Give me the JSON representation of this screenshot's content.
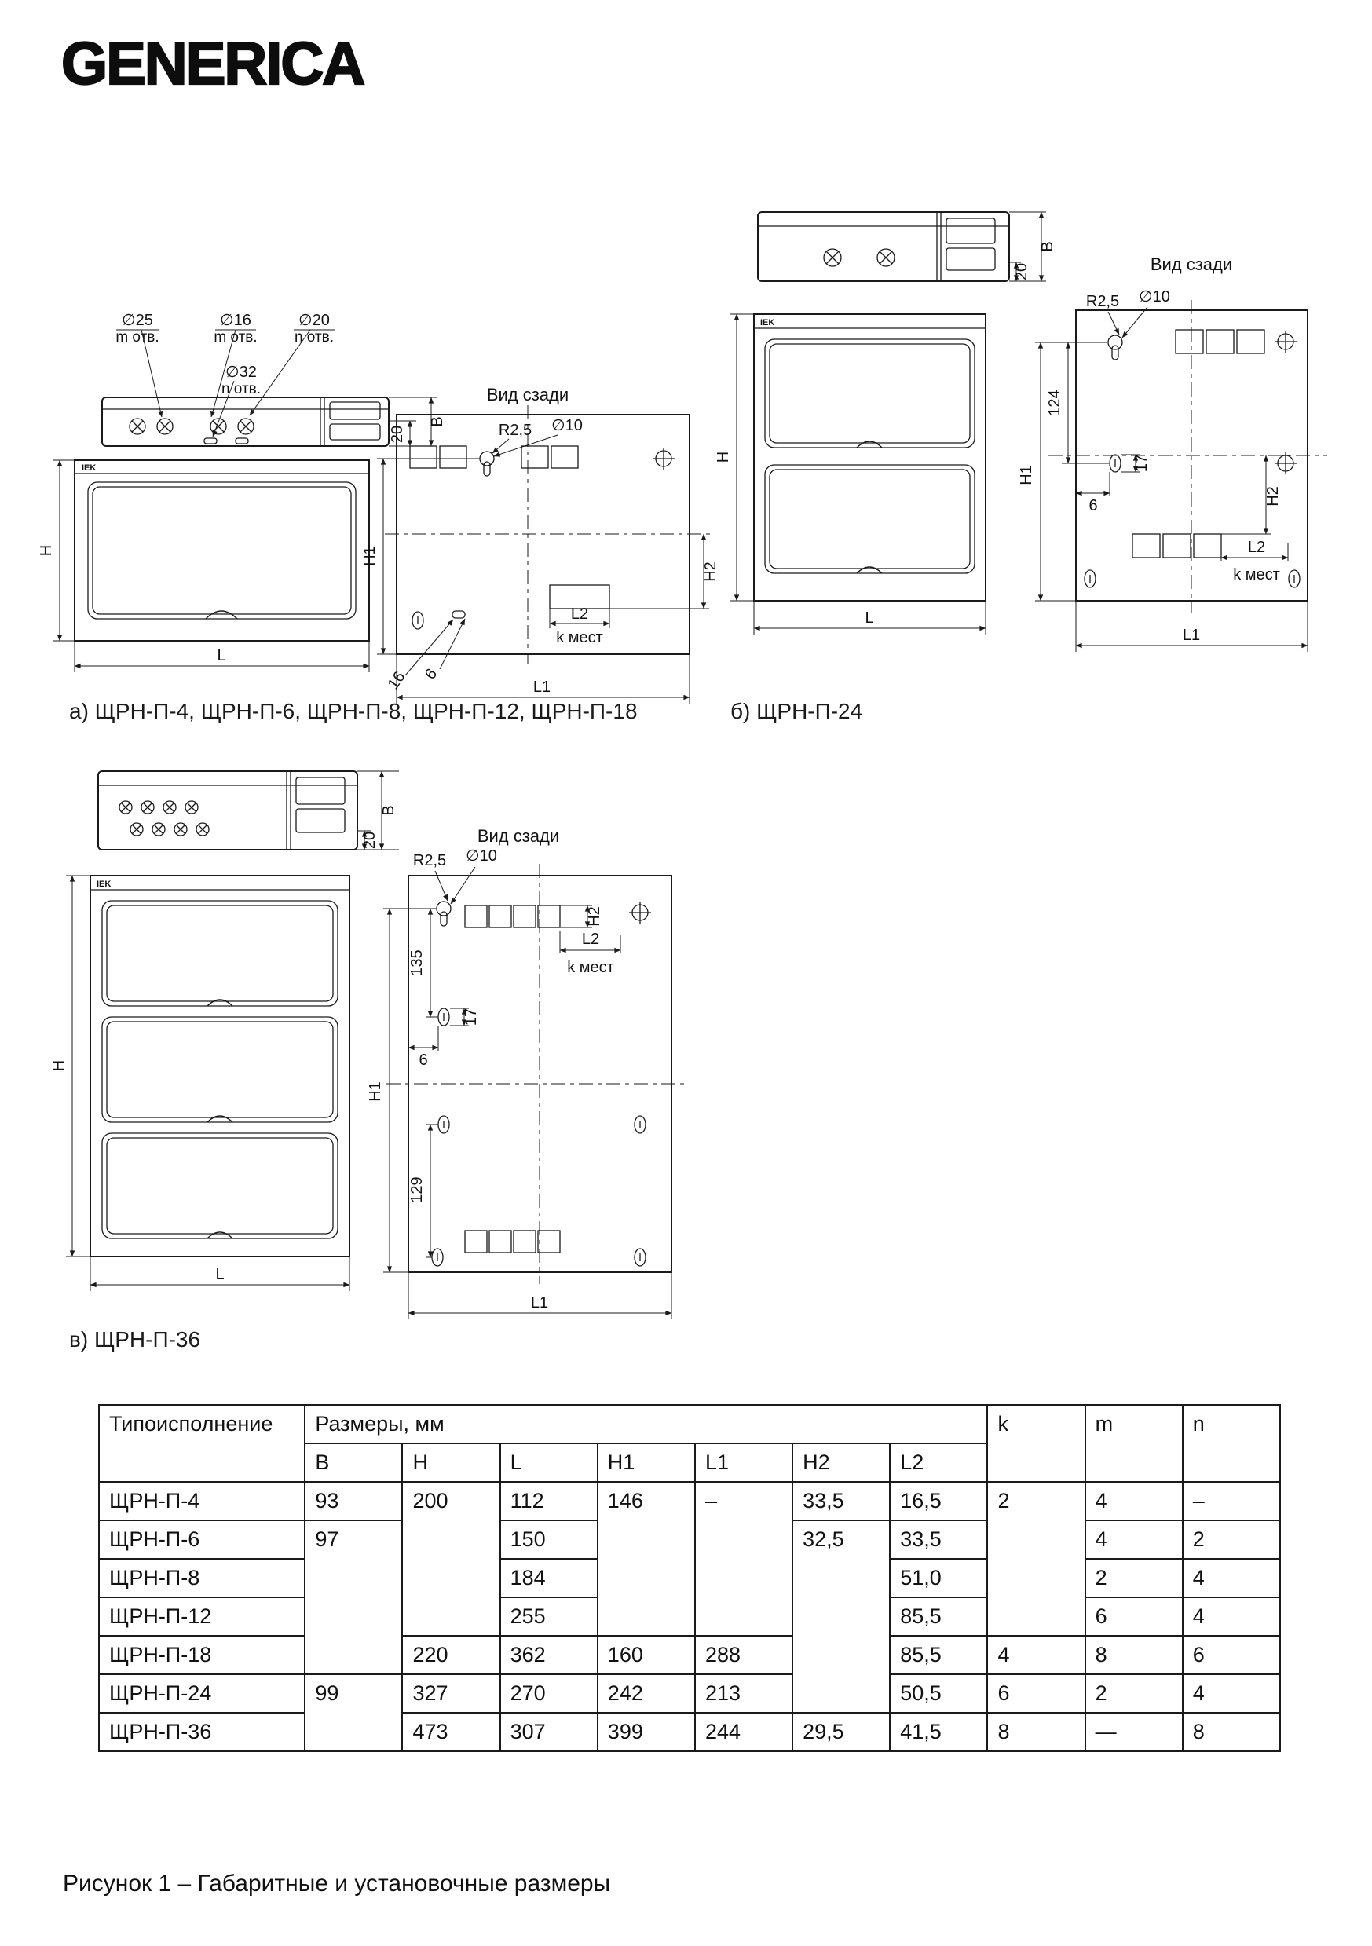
{
  "page": {
    "logo": "GENERICA",
    "figure_caption": "Рисунок 1 – Габаритные и установочные размеры"
  },
  "fig_a": {
    "caption": "а) ЩРН-П-4, ЩРН-П-6, ЩРН-П-8, ЩРН-П-12, ЩРН-П-18",
    "top": {
      "d25": "∅25",
      "d25_sub": "m отв.",
      "d16": "∅16",
      "d16_sub": "m отв.",
      "d20": "∅20",
      "d20_sub": "n отв.",
      "d32": "∅32",
      "d32_sub": "n отв.",
      "dim_20": "20",
      "dim_B": "B"
    },
    "front": {
      "brand": "IEK",
      "dim_H": "H",
      "dim_L": "L"
    },
    "rear": {
      "title": "Вид сзади",
      "r25": "R2,5",
      "d10": "∅10",
      "dim_H1": "H1",
      "dim_H2": "H2",
      "dim_L2": "L2",
      "k_places": "k мест",
      "dim_L1": "L1",
      "dim_16": "16",
      "dim_6": "6"
    }
  },
  "fig_b": {
    "caption": "б) ЩРН-П-24",
    "top": {
      "dim_20": "20",
      "dim_B": "B"
    },
    "front": {
      "brand": "IEK",
      "dim_H": "H",
      "dim_L": "L"
    },
    "rear": {
      "title": "Вид сзади",
      "r25": "R2,5",
      "d10": "∅10",
      "dim_124": "124",
      "dim_17": "17",
      "dim_6": "6",
      "dim_H1": "H1",
      "dim_H2": "H2",
      "dim_L2": "L2",
      "k_places": "k мест",
      "dim_L1": "L1"
    }
  },
  "fig_v": {
    "caption": "в) ЩРН-П-36",
    "top": {
      "dim_20": "20",
      "dim_B": "B"
    },
    "front": {
      "brand": "IEK",
      "dim_H": "H",
      "dim_L": "L"
    },
    "rear": {
      "title": "Вид сзади",
      "r25": "R2,5",
      "d10": "∅10",
      "dim_135": "135",
      "dim_129": "129",
      "dim_17": "17",
      "dim_6": "6",
      "dim_H1": "H1",
      "dim_H2": "H2",
      "dim_L2": "L2",
      "k_places": "k мест",
      "dim_L1": "L1"
    }
  },
  "table": {
    "header": {
      "type": "Типоисполнение",
      "sizes": "Размеры, мм",
      "size_cols": {
        "B": "B",
        "H": "H",
        "L": "L",
        "H1": "H1",
        "L1": "L1",
        "H2": "H2",
        "L2": "L2"
      },
      "k": "k",
      "m": "m",
      "n": "n"
    },
    "rows": [
      {
        "name": "ЩРН-П-4",
        "B": "93",
        "H": "200",
        "L": "112",
        "H1": "146",
        "L1": "–",
        "H2": "33,5",
        "L2": "16,5",
        "k": "2",
        "m": "4",
        "n": "–"
      },
      {
        "name": "ЩРН-П-6",
        "B": "97",
        "L": "150",
        "H2": "32,5",
        "L2": "33,5",
        "m": "4",
        "n": "2"
      },
      {
        "name": "ЩРН-П-8",
        "L": "184",
        "L2": "51,0",
        "m": "2",
        "n": "4"
      },
      {
        "name": "ЩРН-П-12",
        "L": "255",
        "L2": "85,5",
        "m": "6",
        "n": "4"
      },
      {
        "name": "ЩРН-П-18",
        "H": "220",
        "L": "362",
        "H1": "160",
        "L1": "288",
        "L2": "85,5",
        "k": "4",
        "m": "8",
        "n": "6"
      },
      {
        "name": "ЩРН-П-24",
        "B": "99",
        "H": "327",
        "L": "270",
        "H1": "242",
        "L1": "213",
        "L2": "50,5",
        "k": "6",
        "m": "2",
        "n": "4"
      },
      {
        "name": "ЩРН-П-36",
        "H": "473",
        "L": "307",
        "H1": "399",
        "L1": "244",
        "H2": "29,5",
        "L2": "41,5",
        "k": "8",
        "m": "—",
        "n": "8"
      }
    ]
  }
}
